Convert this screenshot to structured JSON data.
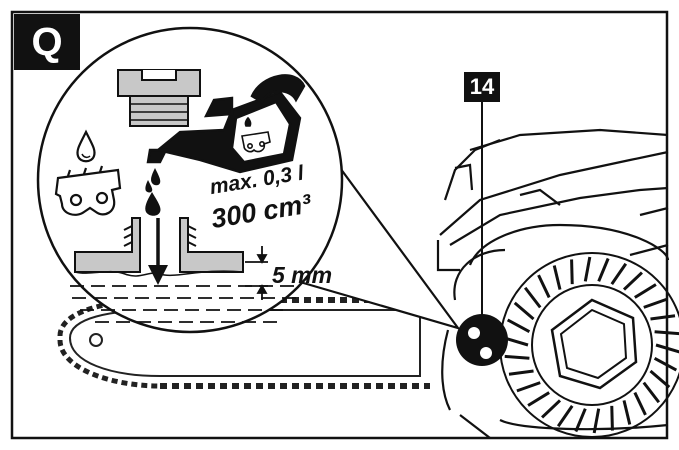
{
  "panel": {
    "letter": "Q",
    "callout_number": "14"
  },
  "capacity": {
    "line1": "max. 0,3 l",
    "line2": "300 cm³"
  },
  "gap": {
    "value": "5 mm"
  },
  "colors": {
    "ink": "#111111",
    "grey_fill": "#c8c8c8",
    "paper": "#ffffff"
  },
  "icons": [
    "oil-cap-icon",
    "oil-drop-icon",
    "chain-icon",
    "oil-can-icon",
    "saw-chain-icon",
    "dripping-drop-icon",
    "arrow-down-icon",
    "tank-neck-icon"
  ]
}
